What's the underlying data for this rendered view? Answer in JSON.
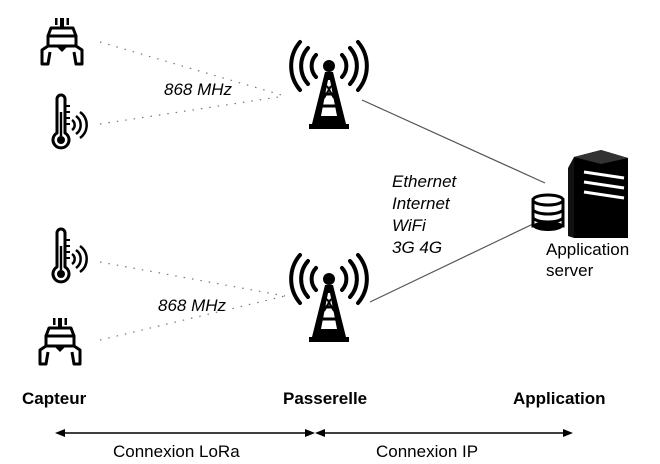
{
  "diagram": {
    "frequency_top": "868 MHz",
    "frequency_bottom": "868 MHz",
    "media_lines": [
      "Ethernet",
      "Internet",
      "WiFi",
      "3G 4G"
    ],
    "server_lines": [
      "Application",
      "server"
    ],
    "column_labels": {
      "sensor": "Capteur",
      "gateway": "Passerelle",
      "application": "Application"
    },
    "connections": {
      "lora": "Connexion LoRa",
      "ip": "Connexion IP"
    }
  }
}
